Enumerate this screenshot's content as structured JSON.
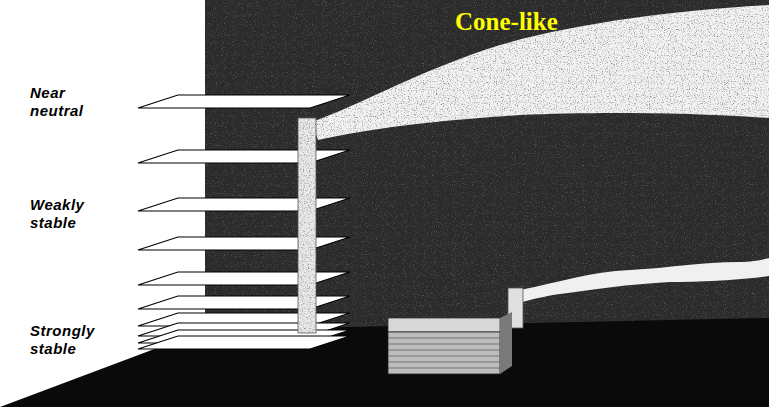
{
  "diagram": {
    "title": "Cone-like",
    "labels": [
      "Near neutral",
      "Weakly stable",
      "Strongly stable"
    ]
  }
}
